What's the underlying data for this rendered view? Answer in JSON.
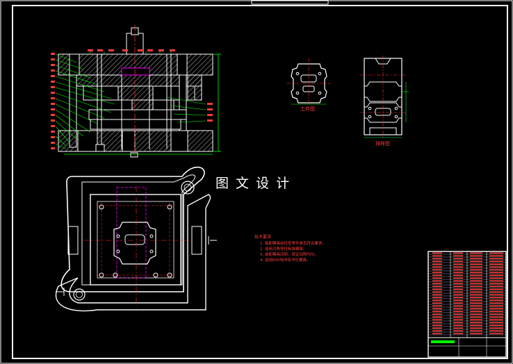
{
  "watermark": "图 文 设 计",
  "views": {
    "workpiece_label": "工件图",
    "strip_label": "排样图"
  },
  "tech_requirements": {
    "title": "技术要求",
    "items": [
      "1. 装配模具前检查零件是否符合要求。",
      "2. 选用对角导柱标准模架。",
      "3. 装配模具间隙，保证间隙均匀。",
      "4. 选用800吨冲床冲压模具。"
    ]
  },
  "colors": {
    "background": "#000000",
    "outline": "#ffffff",
    "dimension": "#00ff00",
    "centerline": "#ff3030",
    "text": "#ff3b3b",
    "hatch": "#7a7a7a",
    "hidden": "#cc44cc"
  }
}
